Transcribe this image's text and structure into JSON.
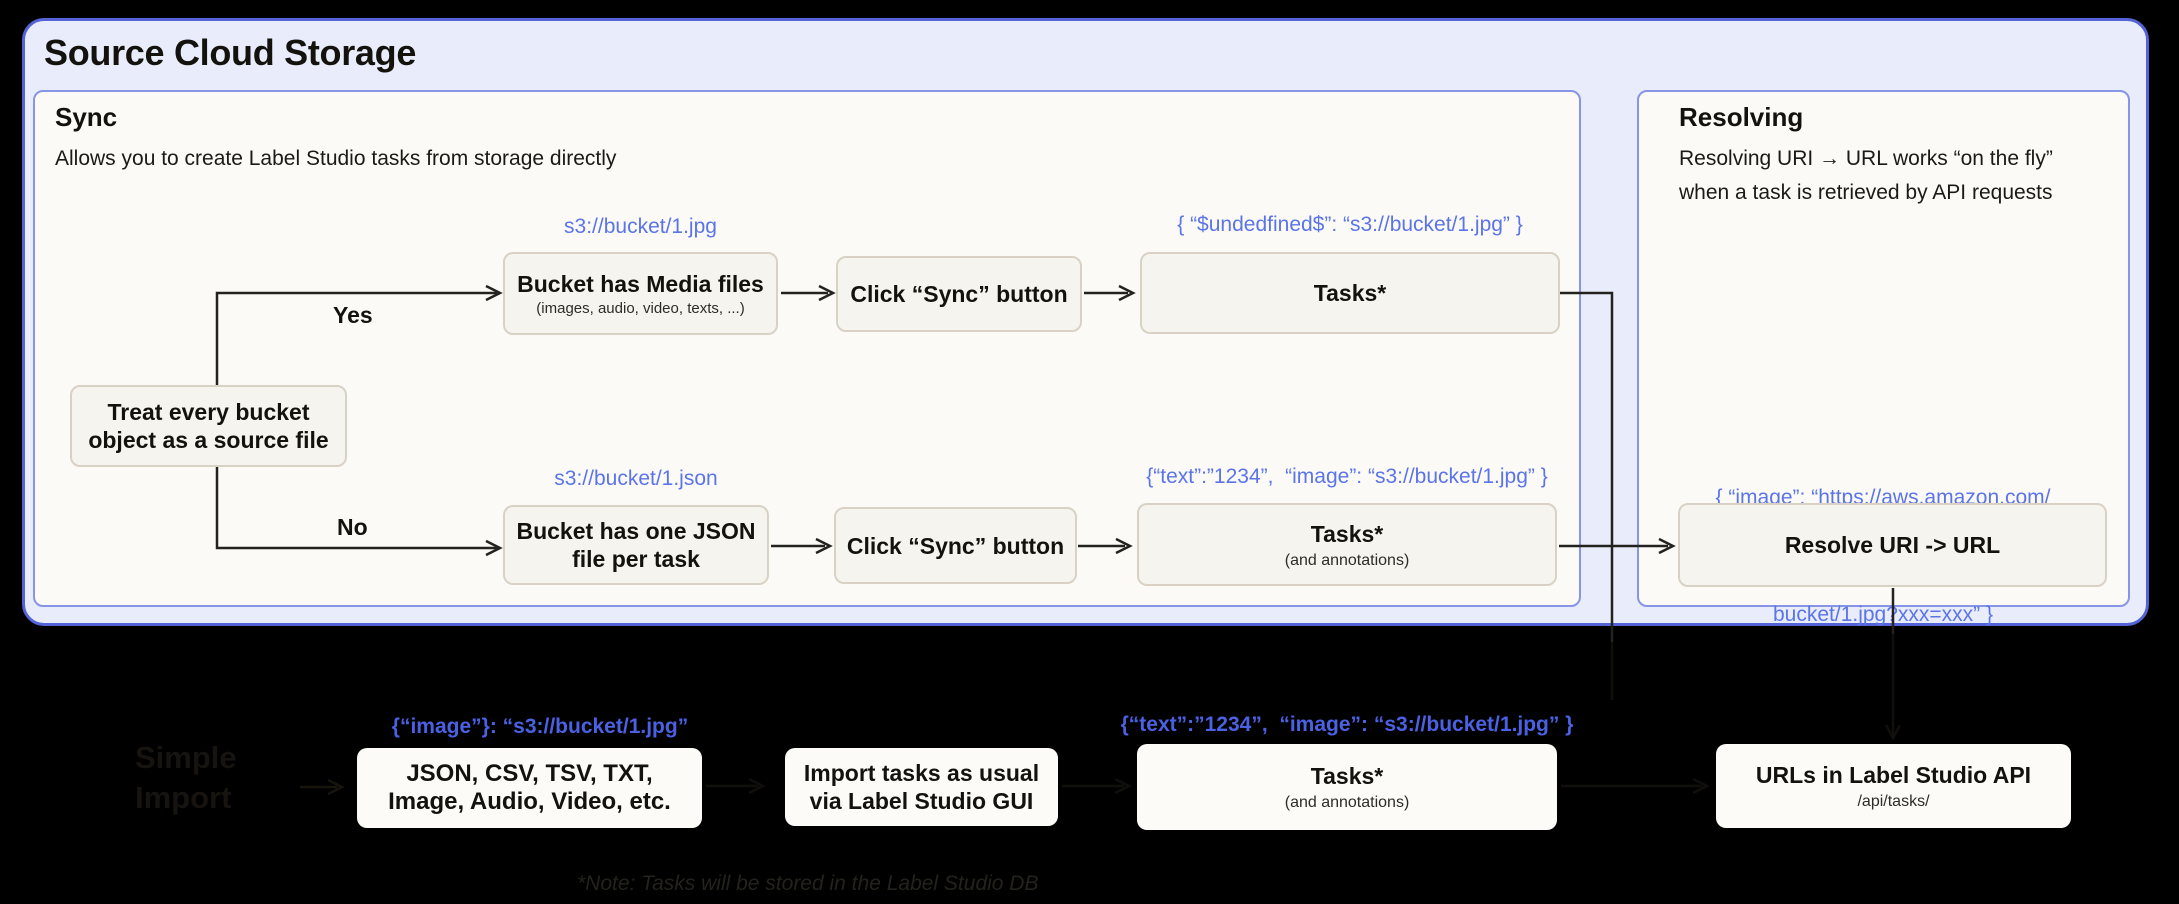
{
  "header": {
    "title": "Source Cloud Storage"
  },
  "colors": {
    "page_bg": "#000000",
    "outer_bg": "#e9ecfb",
    "outer_border": "#5463d6",
    "panel_bg": "#fbfaf6",
    "panel_border": "#8894e6",
    "box_bg": "#f6f4ef",
    "box_border": "#d9d2c4",
    "blue_label": "#5b74e8",
    "arrow": "#23221f"
  },
  "sync_panel": {
    "title": "Sync",
    "subtitle": "Allows you to create Label Studio tasks from storage directly",
    "decision_box": {
      "label": "Treat every bucket object as a source file"
    },
    "yes_label": "Yes",
    "no_label": "No",
    "row_media": {
      "uri_label": "s3://bucket/1.jpg",
      "step_bucket": {
        "title": "Bucket has Media files",
        "subtitle": "(images, audio, video, texts, ...)"
      },
      "step_sync": {
        "title": "Click “Sync” button"
      },
      "json_label": "{ “$undedfined$”: “s3://bucket/1.jpg” }",
      "step_tasks": {
        "title": "Tasks*"
      }
    },
    "row_json": {
      "uri_label": "s3://bucket/1.json",
      "step_bucket": {
        "title": "Bucket has one JSON file per task"
      },
      "step_sync": {
        "title": "Click “Sync” button"
      },
      "json_label": "{“text”:”1234”,  “image”: “s3://bucket/1.jpg” }",
      "step_tasks": {
        "title": "Tasks*",
        "subtitle": "(and annotations)"
      }
    }
  },
  "resolving_panel": {
    "title": "Resolving",
    "subtitle_line1": "Resolving URI → URL works “on the fly”",
    "subtitle_line2": "when a task is retrieved by API requests",
    "json_label_line1": "{ “image”: “https://aws.amazon.com/",
    "json_label_line2": "bucket/1.jpg?xxx=xxx” }",
    "resolve_box": {
      "title": "Resolve URI -> URL"
    }
  },
  "import_row": {
    "hidden_label_line1": "Simple",
    "hidden_label_line2": "Import",
    "formats_label": "{“image”}: “s3://bucket/1.jpg”",
    "formats_box": {
      "title": "JSON, CSV, TSV, TXT, Image, Audio, Video, etc."
    },
    "gui_box": {
      "title": "Import tasks as usual via Label Studio GUI"
    },
    "tasks_label": "{“text”:”1234”,  “image”: “s3://bucket/1.jpg” }",
    "tasks_box": {
      "title": "Tasks*",
      "subtitle": "(and annotations)"
    },
    "api_box": {
      "title": "URLs in Label Studio API",
      "subtitle": "/api/tasks/"
    }
  },
  "footnote": "*Note: Tasks will be stored in the Label Studio DB"
}
